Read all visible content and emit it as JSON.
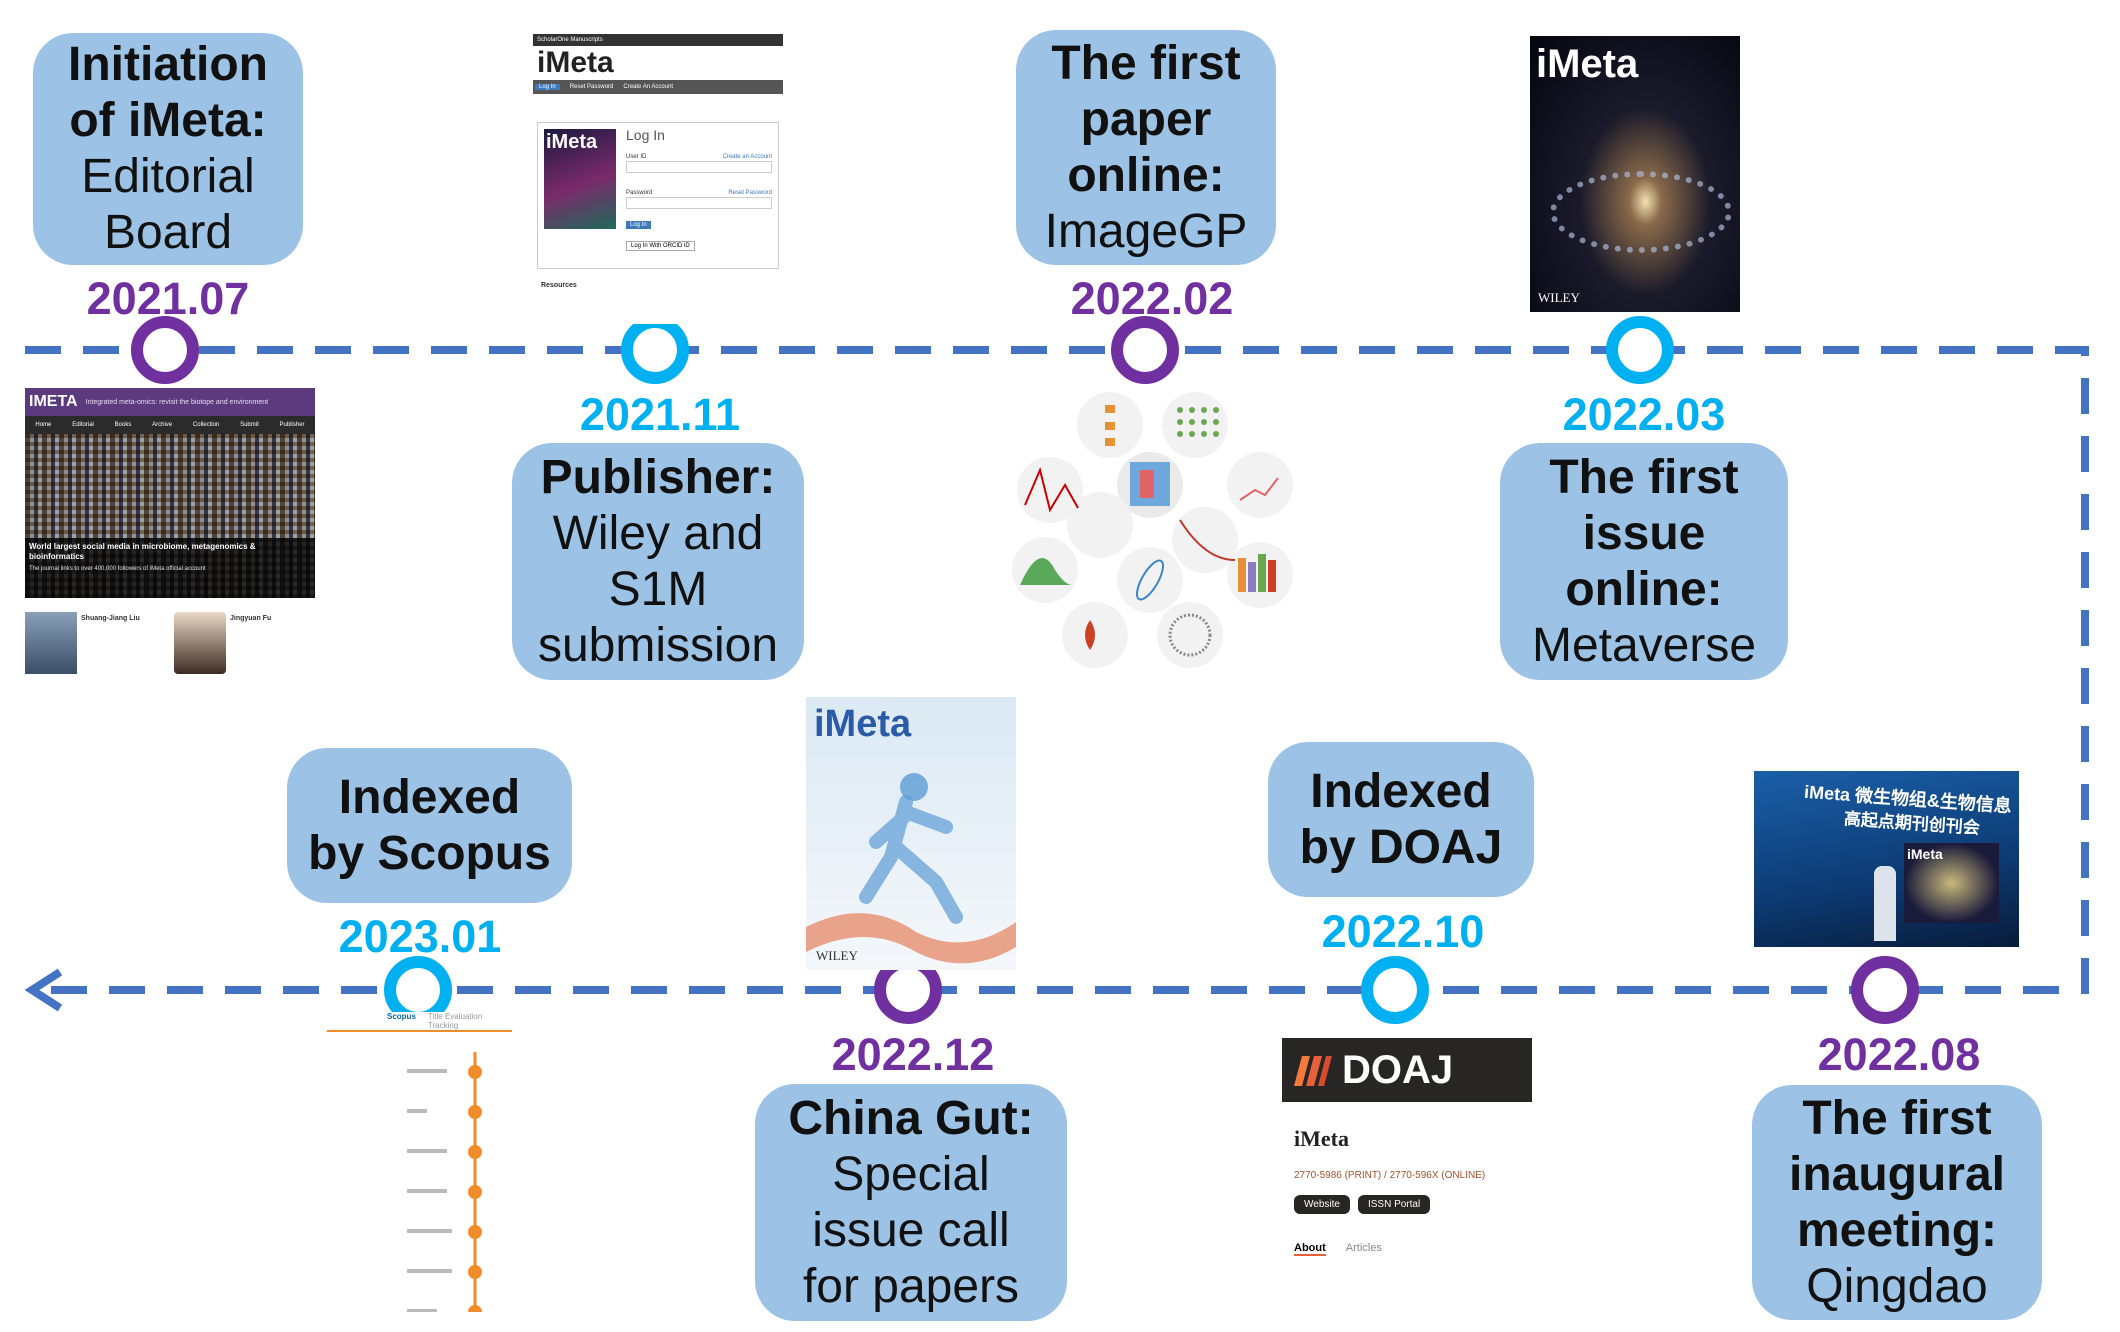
{
  "colors": {
    "line": "#4472c4",
    "purple": "#7030a0",
    "cyan": "#00b0f0",
    "box": "#9cc3e6"
  },
  "events": [
    {
      "date": "2021.07",
      "color": "purple",
      "text": [
        "Initiation",
        "of iMeta:",
        "Editorial",
        "Board"
      ]
    },
    {
      "date": "2021.11",
      "color": "cyan",
      "text": [
        "Publisher:",
        "Wiley and",
        "S1M",
        "submission"
      ]
    },
    {
      "date": "2022.02",
      "color": "purple",
      "text": [
        "The first",
        "paper",
        "online:",
        "ImageGP"
      ]
    },
    {
      "date": "2022.03",
      "color": "cyan",
      "text": [
        "The first",
        "issue",
        "online:",
        "Metaverse"
      ]
    },
    {
      "date": "2022.08",
      "color": "purple",
      "text": [
        "The first",
        "inaugural",
        "meeting:",
        "Qingdao"
      ]
    },
    {
      "date": "2022.10",
      "color": "cyan",
      "text": [
        "Indexed",
        "by DOAJ"
      ]
    },
    {
      "date": "2022.12",
      "color": "purple",
      "text": [
        "China Gut:",
        "Special",
        "issue call",
        "for papers"
      ]
    },
    {
      "date": "2023.01",
      "color": "cyan",
      "text": [
        "Indexed",
        "by Scopus"
      ]
    }
  ],
  "thumbs": {
    "website": {
      "logo": "IMETA",
      "tagline": "Integrated meta-omics: revisit the biotope and environment",
      "nav": [
        "Home",
        "Editorial",
        "Books",
        "Archive",
        "Collection",
        "Submit",
        "Publisher"
      ],
      "headline": "World largest social media in microbiome, metagenomics & bioinformatics",
      "sub": "The journal links to over 400,000 followers of iMeta official account",
      "person1": "Shuang-Jiang Liu",
      "person2": "Jingyuan Fu"
    },
    "login": {
      "header": "ScholarOne Manuscripts",
      "logo": "iMeta",
      "nav": [
        "Log In",
        "Reset Password",
        "Create An Account"
      ],
      "title": "Log In",
      "user": "User ID",
      "create": "Create an Account",
      "password": "Password",
      "reset": "Reset Password",
      "button": "Log In",
      "orcid": "Log In With ORCID iD",
      "resources": "Resources"
    },
    "cover_mar": {
      "logo": "iMeta",
      "publisher": "WILEY"
    },
    "cover_dec": {
      "logo": "iMeta",
      "publisher": "WILEY"
    },
    "meeting": {
      "banner": "iMeta 微生物组&生物信息",
      "banner2": "高起点期刊创刊会",
      "sign": "iMeta"
    },
    "doaj": {
      "logo": "DOAJ",
      "journal": "iMeta",
      "issn": "2770-5986 (PRINT) / 2770-596X (ONLINE)",
      "btn1": "Website",
      "btn2": "ISSN Portal",
      "tab1": "About",
      "tab2": "Articles"
    },
    "scopus": {
      "tab1": "Scopus",
      "tab2": "Title Evaluation Tracking"
    }
  }
}
